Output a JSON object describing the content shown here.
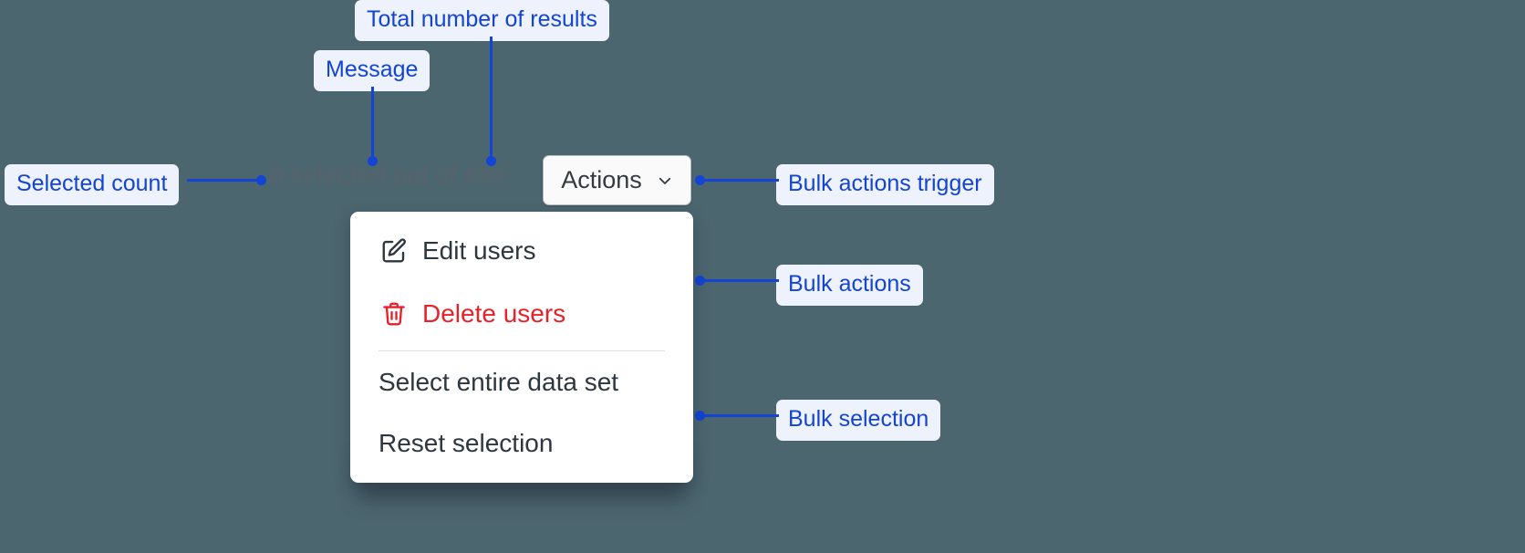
{
  "page": {
    "background_color": "#4c6670",
    "annotation_color": "#1344d4",
    "annotation_chip_background": "#eef2fd",
    "danger_color": "#e8212b"
  },
  "annotations": [
    {
      "id": "total-results",
      "label": "Total number of results"
    },
    {
      "id": "message",
      "label": "Message"
    },
    {
      "id": "selected-count",
      "label": "Selected count"
    },
    {
      "id": "bulk-trigger",
      "label": "Bulk actions trigger"
    },
    {
      "id": "bulk-actions",
      "label": "Bulk actions"
    },
    {
      "id": "bulk-selection",
      "label": "Bulk selection"
    }
  ],
  "bulk_bar": {
    "selected_message": "6 selected out of ###",
    "selected_number": "6",
    "total_placeholder": "###",
    "trigger": {
      "label": "Actions",
      "icon": "chevron-down-icon"
    }
  },
  "menu": {
    "actions": [
      {
        "label": "Edit users",
        "icon": "edit-pencil-icon",
        "danger": false
      },
      {
        "label": "Delete users",
        "icon": "trash-icon",
        "danger": true
      }
    ],
    "selection": [
      {
        "label": "Select entire data set",
        "icon": "",
        "danger": false
      },
      {
        "label": "Reset selection",
        "icon": "",
        "danger": false
      }
    ]
  }
}
